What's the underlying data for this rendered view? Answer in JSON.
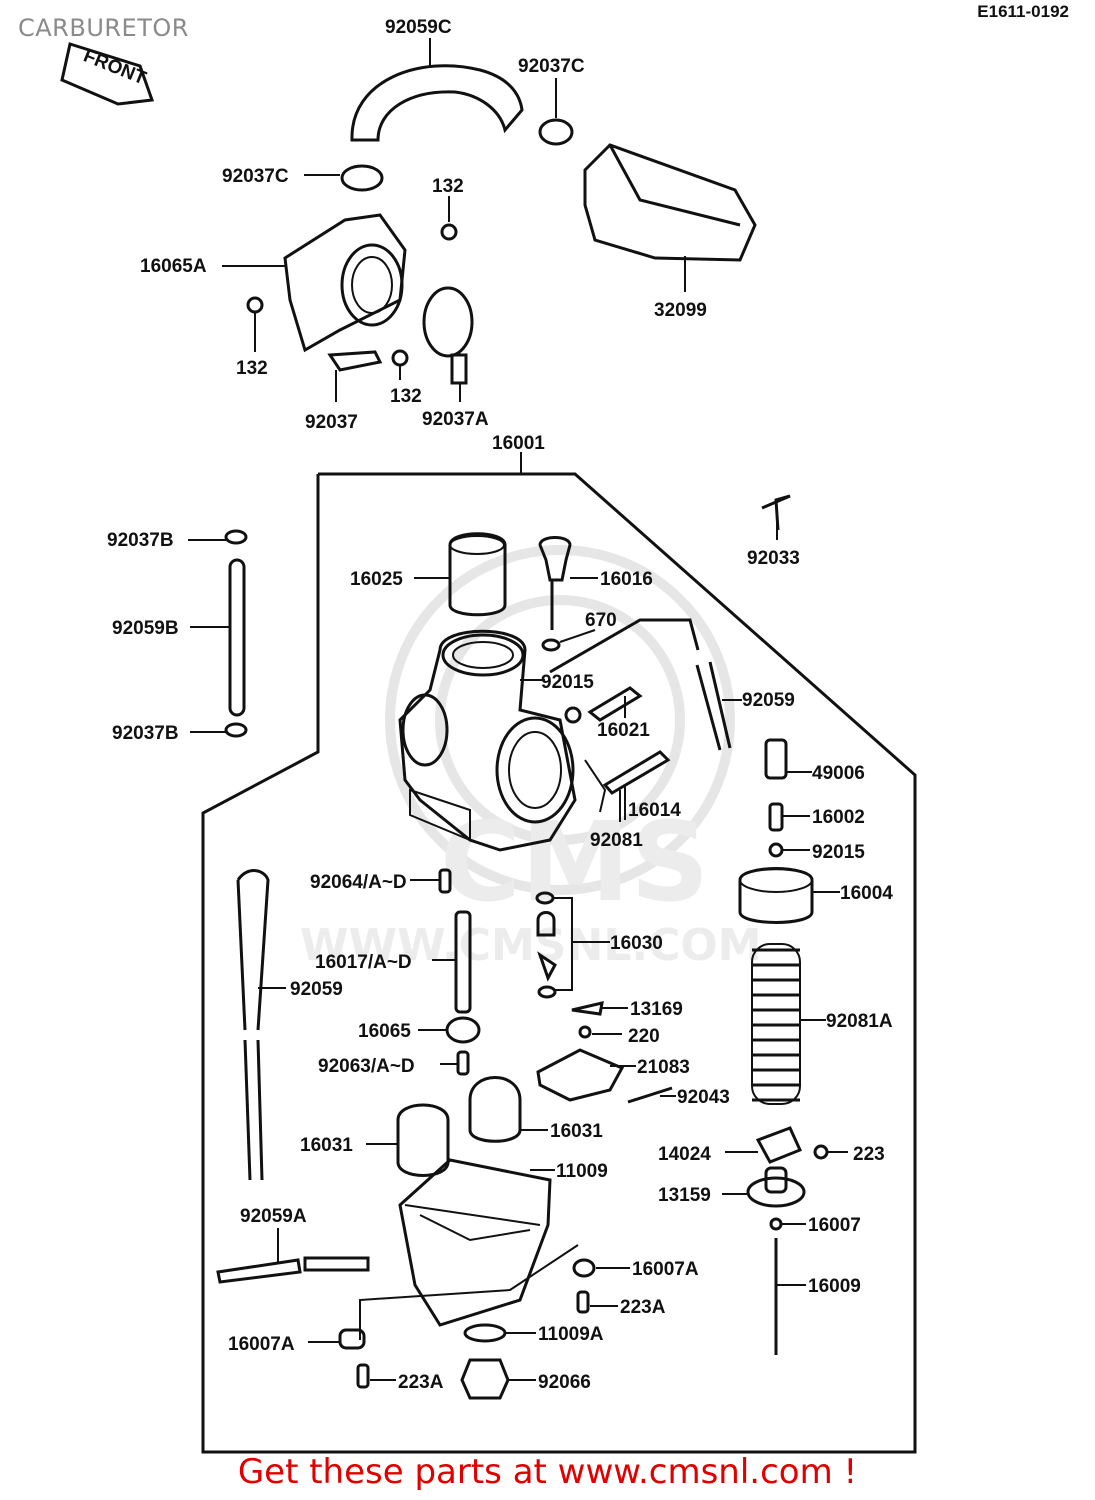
{
  "header": {
    "title": "CARBURETOR",
    "drawing_code": "E1611-0192"
  },
  "front_tag": "FRONT",
  "watermark": {
    "brand": "CMS",
    "url": "WWW.CMSNL.COM"
  },
  "parts": {
    "p92059C": "92059C",
    "p92037C_top": "92037C",
    "p92037C_left": "92037C",
    "p132_top": "132",
    "p16065A": "16065A",
    "p32099": "32099",
    "p132_left": "132",
    "p132_bottom": "132",
    "p92037": "92037",
    "p92037A": "92037A",
    "p16001": "16001",
    "p92037B_top": "92037B",
    "p92059B": "92059B",
    "p92037B_bottom": "92037B",
    "p92033": "92033",
    "p16025": "16025",
    "p16016": "16016",
    "p670": "670",
    "p92015_mid": "92015",
    "p92059_right": "92059",
    "p16021": "16021",
    "p49006": "49006",
    "p16014": "16014",
    "p16002": "16002",
    "p92081": "92081",
    "p92015_right": "92015",
    "p16004": "16004",
    "p92064": "92064/A~D",
    "p16030": "16030",
    "p16017": "16017/A~D",
    "p92059_left": "92059",
    "p13169": "13169",
    "p92081A": "92081A",
    "p16065": "16065",
    "p220": "220",
    "p92063": "92063/A~D",
    "p21083": "21083",
    "p92043": "92043",
    "p16031_right": "16031",
    "p16031_left": "16031",
    "p14024": "14024",
    "p223": "223",
    "p11009": "11009",
    "p13159": "13159",
    "p92059A": "92059A",
    "p16007": "16007",
    "p16007A_right": "16007A",
    "p223A_right": "223A",
    "p16009": "16009",
    "p16007A_left": "16007A",
    "p11009A": "11009A",
    "p223A_bottom": "223A",
    "p92066": "92066"
  },
  "footer": {
    "text": "Get these parts at www.cmsnl.com !"
  }
}
